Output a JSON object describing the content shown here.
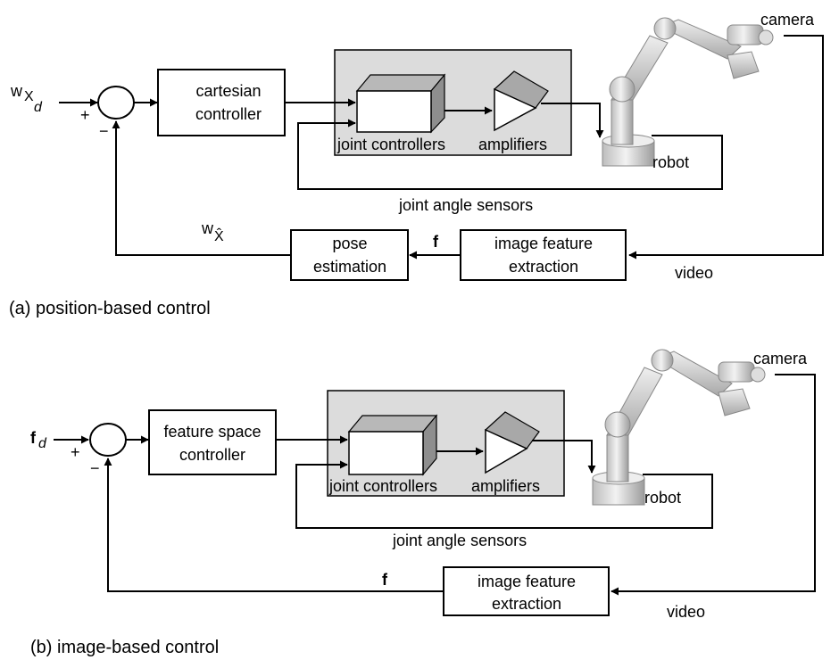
{
  "panel_a": {
    "input_label": "w",
    "input_sub": "X",
    "input_sub2": "d",
    "plus": "+",
    "minus": "−",
    "controller_line1": "cartesian",
    "controller_line2": "controller",
    "joint_controllers": "joint controllers",
    "amplifiers": "amplifiers",
    "robot": "robot",
    "camera": "camera",
    "joint_angle_sensors": "joint angle sensors",
    "feedback_label": "w",
    "feedback_sub": "X̂",
    "pose_line1": "pose",
    "pose_line2": "estimation",
    "f_label": "f",
    "feature_line1": "image feature",
    "feature_line2": "extraction",
    "video": "video",
    "caption": "(a) position-based control"
  },
  "panel_b": {
    "input_label": "f",
    "input_sub": "d",
    "plus": "+",
    "minus": "−",
    "controller_line1": "feature space",
    "controller_line2": "controller",
    "joint_controllers": "joint controllers",
    "amplifiers": "amplifiers",
    "robot": "robot",
    "camera": "camera",
    "joint_angle_sensors": "joint angle sensors",
    "f_label": "f",
    "feature_line1": "image feature",
    "feature_line2": "extraction",
    "video": "video",
    "caption": "(b) image-based control"
  },
  "colors": {
    "panel_fill": "#dcdcdc",
    "box_top": "#b8b8b8",
    "box_side": "#8e8e8e",
    "robot_light": "#e8e8e8",
    "robot_dark": "#9a9a9a"
  }
}
